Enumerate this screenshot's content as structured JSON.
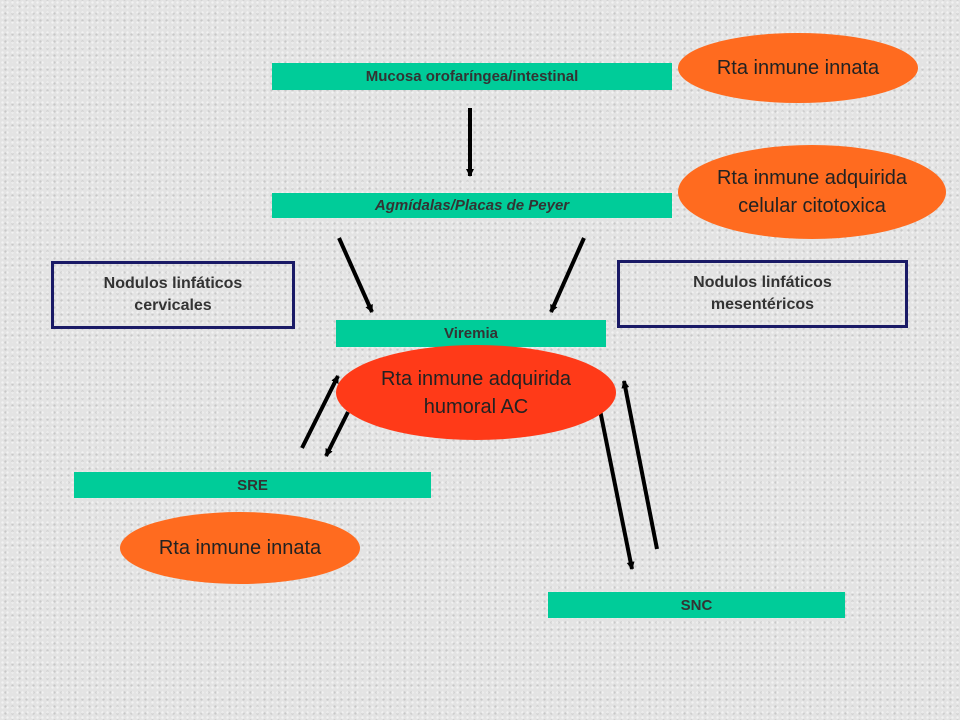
{
  "nodes": {
    "mucosa": "Mucosa orofaríngea/intestinal",
    "amigdalas": "Agmídalas/Placas de Peyer",
    "viremia": "Viremia",
    "sre": "SRE",
    "snc": "SNC",
    "cervicales": {
      "line1": "Nodulos linfáticos",
      "line2": "cervicales"
    },
    "mesentericos": {
      "line1": "Nodulos linfáticos",
      "line2": "mesentéricos"
    }
  },
  "ovals": {
    "innata_top": {
      "line1": "Rta inmune innata"
    },
    "adquirida_celular": {
      "line1": "Rta inmune adquirida",
      "line2": "celular citotoxica"
    },
    "adquirida_humoral": {
      "line1": "Rta inmune adquirida",
      "line2": "humoral AC"
    },
    "innata_bottom": {
      "line1": "Rta inmune innata"
    }
  },
  "colors": {
    "bar": "#00cc99",
    "box_border": "#1a1a66",
    "oval_orange": "#ff6b1f",
    "oval_red": "#ff3a18",
    "arrow": "#000000"
  }
}
